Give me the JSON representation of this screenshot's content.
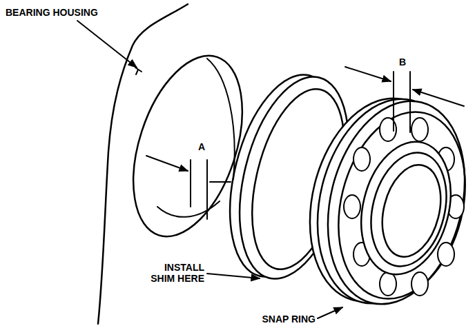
{
  "diagram": {
    "labels": [
      "BEARING HOUSING",
      "A",
      "B",
      "INSTALL SHIM HERE",
      "SNAP RING"
    ]
  }
}
